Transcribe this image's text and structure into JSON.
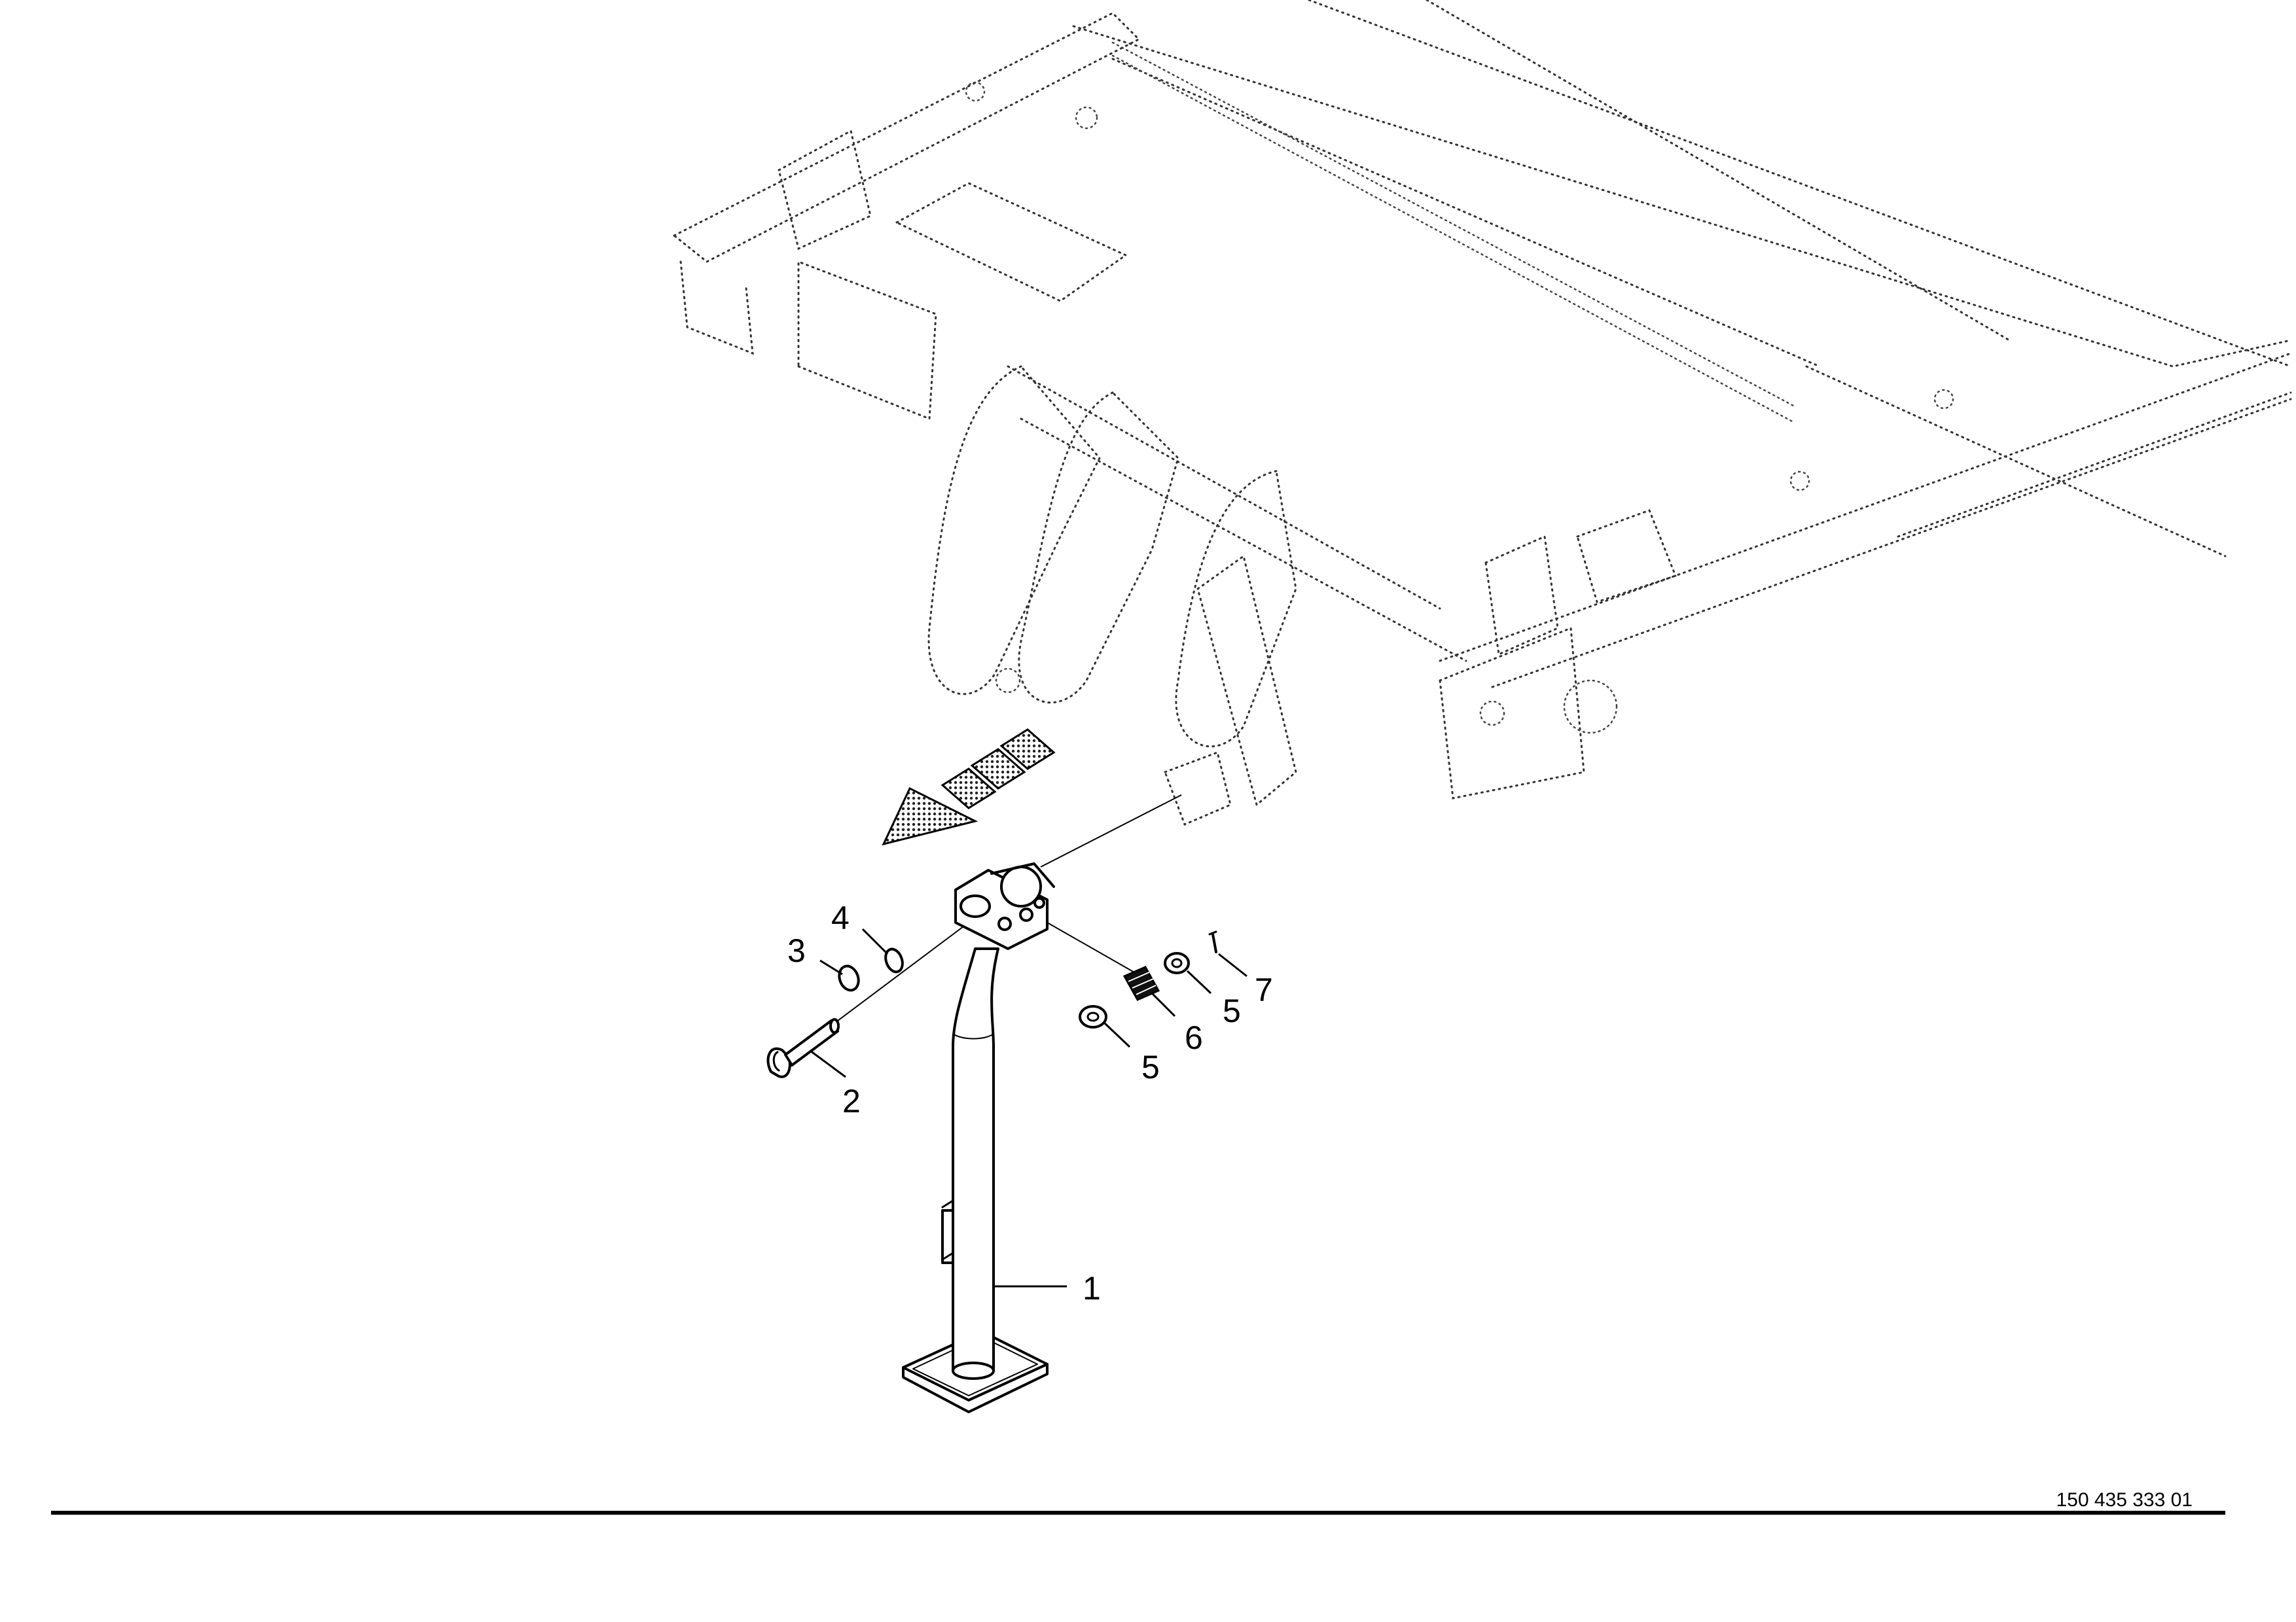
{
  "callouts": {
    "c1": "1",
    "c2": "2",
    "c3": "3",
    "c4": "4",
    "c5a": "5",
    "c5b": "5",
    "c6": "6",
    "c7": "7"
  },
  "document_number": "150 435 333 01",
  "icons": {
    "direction_arrow": "travel-direction-arrow-icon"
  }
}
